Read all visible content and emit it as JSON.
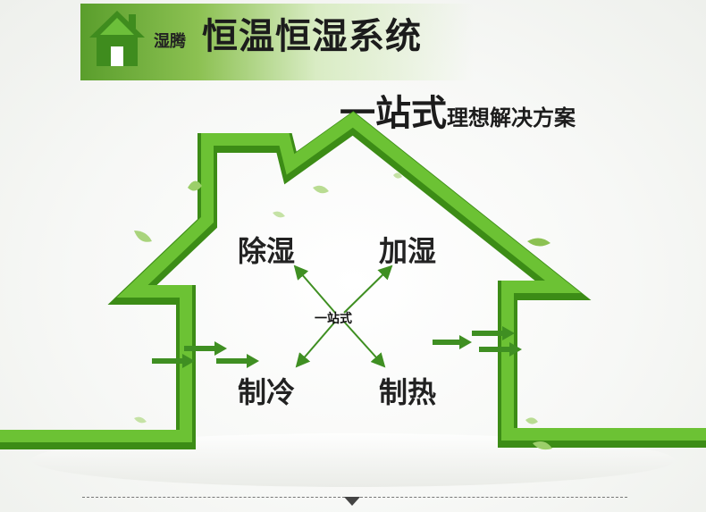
{
  "header": {
    "brand": "湿腾",
    "title": "恒温恒湿系统",
    "subtitle_big": "一站式",
    "subtitle_small": "理想解决方案"
  },
  "diagram": {
    "top_left": "除湿",
    "top_right": "加湿",
    "bottom_left": "制冷",
    "bottom_right": "制热",
    "center": "一站式"
  },
  "colors": {
    "house_green": "#5fb82a",
    "house_dark": "#3c8c16",
    "arrow_green": "#3f8f22"
  },
  "icons": [
    "house-icon",
    "leaf-icon",
    "arrow-right-icon",
    "chevron-down-icon"
  ]
}
